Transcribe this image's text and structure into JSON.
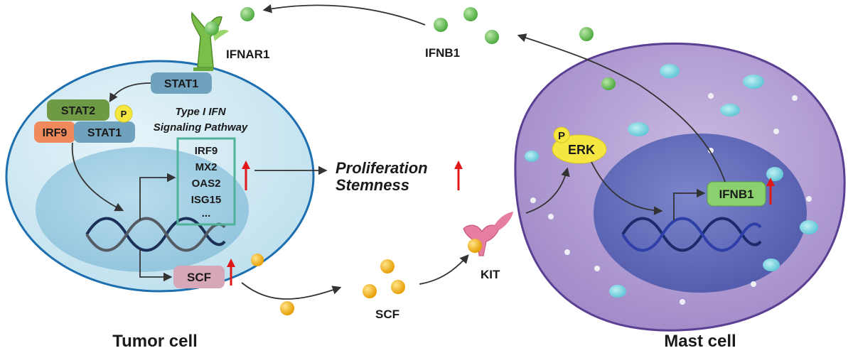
{
  "tumor_cell": {
    "title": "Tumor cell",
    "receptor": "IFNAR1",
    "stat1_top": "STAT1",
    "stat2": "STAT2",
    "phospho": "P",
    "irf9": "IRF9",
    "stat1_complex": "STAT1",
    "pathway_line1": "Type I IFN",
    "pathway_line2": "Signaling Pathway",
    "genes": [
      "IRF9",
      "MX2",
      "OAS2",
      "ISG15",
      "..."
    ],
    "scf_box": "SCF"
  },
  "outcome": {
    "line1": "Proliferation",
    "line2": "Stemness"
  },
  "between": {
    "ifnb1": "IFNB1",
    "scf": "SCF",
    "kit": "KIT"
  },
  "mast_cell": {
    "title": "Mast cell",
    "phospho": "P",
    "erk": "ERK",
    "ifnb1_box": "IFNB1"
  },
  "colors": {
    "tumor_membrane": "#1e6fb0",
    "tumor_cytoplasm": "#cde8f2",
    "tumor_nucleus": "#9fcde3",
    "mast_membrane": "#5a3f92",
    "mast_cytoplasm": "#b8a6d6",
    "mast_nucleus": "#5f6cbc",
    "stat_blue": "#6fa3bd",
    "stat2_green": "#6f9a45",
    "irf9_orange": "#f08a5d",
    "phospho_yellow": "#f5e642",
    "gene_box": "#4fb39a",
    "scf_box": "#d6a7b8",
    "ifnb1_box": "#8ccf6f",
    "ifnb1_particle": "#6cc25a",
    "scf_particle": "#f2b10e",
    "kit_pink": "#e67ea0",
    "receptor_green": "#7bbf4a",
    "up_arrow": "#e01818"
  }
}
